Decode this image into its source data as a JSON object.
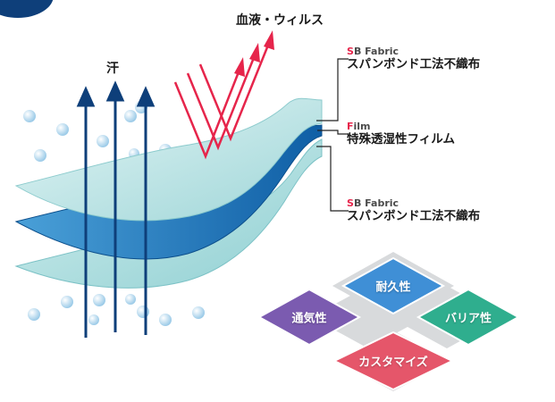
{
  "labels": {
    "top": "血液・ウィルス",
    "sweat": "汗"
  },
  "callouts": [
    {
      "code_accent": "S",
      "code_rest": "B Fabric",
      "name": "スパンボンド工法不織布"
    },
    {
      "code_accent": "F",
      "code_rest": "ilm",
      "name": "特殊透湿性フィルム"
    },
    {
      "code_accent": "S",
      "code_rest": "B Fabric",
      "name": "スパンボンド工法不織布"
    }
  ],
  "features": [
    {
      "label": "耐久性",
      "color": "#3f8fd6"
    },
    {
      "label": "通気性",
      "color": "#7b5bb0"
    },
    {
      "label": "バリア性",
      "color": "#2fae8e"
    },
    {
      "label": "カスタマイズ",
      "color": "#e5566a"
    }
  ],
  "colors": {
    "accent_red": "#e6254b",
    "arrow_blue": "#0e3f7a",
    "layer_light": "#a9dfe0",
    "layer_mid": "#1a6fb5"
  }
}
